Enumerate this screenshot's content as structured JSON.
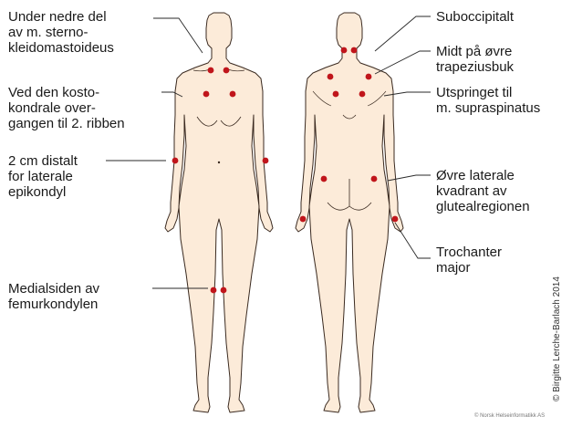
{
  "colors": {
    "skin": "#fcebd9",
    "outline": "#3a2a20",
    "point": "#c0151b",
    "leader": "#2a2a2a"
  },
  "labels": {
    "left": {
      "sternocleido": "Under nedre del\nav m. sterno-\nkleidomastoideus",
      "costochondral": "Ved den kosto-\nkondrale over-\ngangen til 2. ribben",
      "epicondyle": "2 cm distalt\nfor laterale\nepikondyl",
      "femur": "Medialsiden av\nfemurkondylen"
    },
    "right": {
      "suboccipital": "Suboccipitalt",
      "trapezius": "Midt på øvre\ntrapeziusbuk",
      "supraspinatus": "Utspringet til\nm. supraspinatus",
      "gluteal": "Øvre laterale\nkvadrant av\nglutealregionen",
      "trochanter": "Trochanter\nmajor"
    }
  },
  "credits": {
    "author": "© Birgitte Lerche-Barlach 2014",
    "publisher": "© Norsk Helseinformatikk AS"
  }
}
